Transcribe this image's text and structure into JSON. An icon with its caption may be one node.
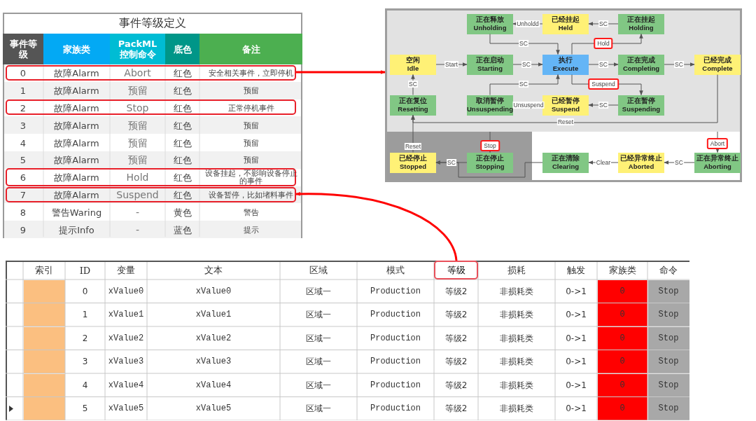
{
  "diagram": {
    "nodes": [
      {
        "text": [
          "事件等级定义"
        ]
      },
      {
        "text": [],
        "shape": "box",
        "in": 0
      },
      {
        "text": [],
        "shape": "box",
        "in": 0
      },
      {
        "text": [],
        "shape": "box",
        "in": 0
      },
      {
        "text": [],
        "shape": "box",
        "in": 0
      },
      {
        "text": [],
        "shape": "box"
      },
      {
        "text": [],
        "shape": "box",
        "in": 5
      },
      {
        "text": [
          "正在释放",
          "Unholding"
        ],
        "in": 6
      },
      {
        "text": [
          "已经挂起",
          "Held"
        ],
        "in": 6
      },
      {
        "text": [
          "正在挂起",
          "Holding"
        ],
        "in": 6
      },
      {
        "text": [
          "空闲",
          "Idle"
        ],
        "in": 6
      },
      {
        "text": [
          "正在启动",
          "Starting"
        ],
        "in": 6
      },
      {
        "text": [
          "执行",
          "Execute"
        ],
        "in": 6
      },
      {
        "text": [
          "正在完成",
          "Completing"
        ],
        "in": 6
      },
      {
        "text": [
          "已经完成",
          "Complete"
        ],
        "in": 6
      },
      {
        "text": [
          "正在复位",
          "Resetting"
        ],
        "in": 6
      },
      {
        "text": [
          "取消暂停",
          "Unsuspending"
        ],
        "in": 6
      },
      {
        "text": [
          "已经暂停",
          "Suspend"
        ],
        "in": 6
      },
      {
        "text": [
          "正在暂停",
          "Suspending"
        ],
        "in": 6
      },
      {
        "text": [],
        "shape": "box",
        "in": 5
      },
      {
        "text": [
          "已经停止",
          "Stopped"
        ],
        "in": 19
      },
      {
        "text": [
          "正在停止",
          "Stopping"
        ],
        "in": 19
      },
      {
        "text": [
          "正在清除",
          "Clearing"
        ],
        "in": 5
      },
      {
        "text": [
          "已经异常终止",
          "Aborted"
        ],
        "in": 5
      },
      {
        "text": [
          "正在异常终止",
          "Aborting"
        ],
        "in": 5
      },
      {
        "text": [],
        "shape": "box"
      },
      {
        "text": [
          "等级"
        ],
        "in": 25
      }
    ],
    "edges": [
      {
        "from": 8,
        "to": 7,
        "arrow": "to",
        "label": "Unholdd"
      },
      {
        "from": 9,
        "to": 8,
        "arrow": "to",
        "label": "SC"
      },
      {
        "from": 7,
        "to": 12,
        "arrow": "to",
        "label": "SC"
      },
      {
        "from": 12,
        "to": 9,
        "arrow": "to",
        "label": "Hold"
      },
      {
        "from": 10,
        "to": 11,
        "arrow": "to",
        "label": "Start"
      },
      {
        "from": 11,
        "to": 12,
        "arrow": "to",
        "label": "SC"
      },
      {
        "from": 12,
        "to": 13,
        "arrow": "to",
        "label": "SC"
      },
      {
        "from": 13,
        "to": 14,
        "arrow": "to",
        "label": "SC"
      },
      {
        "from": 15,
        "to": 10,
        "arrow": "to",
        "label": "SC"
      },
      {
        "from": 16,
        "to": 12,
        "arrow": "to",
        "label": "SC"
      },
      {
        "from": 12,
        "to": 18,
        "arrow": "to",
        "label": "Suspend"
      },
      {
        "from": 18,
        "to": 17,
        "arrow": "to",
        "label": "SC"
      },
      {
        "from": 17,
        "to": 16,
        "arrow": "to",
        "label": "Unsuspend"
      },
      {
        "from": 14,
        "to": 15,
        "arrow": "to",
        "label": "Reset"
      },
      {
        "from": 20,
        "to": 15,
        "arrow": "to",
        "label": "Reset"
      },
      {
        "from": 6,
        "to": 21,
        "arrow": "to",
        "label": "Stop"
      },
      {
        "from": 21,
        "to": 20,
        "arrow": "to",
        "label": "SC"
      },
      {
        "from": 24,
        "to": 23,
        "arrow": "to",
        "label": "SC"
      },
      {
        "from": 23,
        "to": 22,
        "arrow": "to",
        "label": "Clear"
      },
      {
        "from": 22,
        "to": 20,
        "arrow": "to"
      },
      {
        "from": 6,
        "to": 24,
        "arrow": "to",
        "label": "Abort"
      },
      {
        "from": 1,
        "to": 5,
        "arrow": "to",
        "style": "thick",
        "color": "#ff0000"
      },
      {
        "from": 26,
        "to": 4,
        "arrow": "to",
        "style": "thick",
        "color": "#ff0000"
      }
    ],
    "labels": [
      "事件等级",
      "家族类",
      "PackML控制命令",
      "底色",
      "备注",
      "0",
      "故障Alarm",
      "Abort",
      "红色",
      "安全相关事件，立即停机",
      "1",
      "故障Alarm",
      "预留",
      "红色",
      "预留",
      "2",
      "故障Alarm",
      "Stop",
      "红色",
      "正常停机事件",
      "3",
      "故障Alarm",
      "预留",
      "红色",
      "预留",
      "4",
      "故障Alarm",
      "预留",
      "红色",
      "预留",
      "5",
      "故障Alarm",
      "预留",
      "红色",
      "预留",
      "6",
      "故障Alarm",
      "Hold",
      "红色",
      "设备挂起，不影响设备停止的事件",
      "7",
      "故障Alarm",
      "Suspend",
      "红色",
      "设备暂停，比如堵料事件",
      "8",
      "警告Waring",
      "-",
      "黄色",
      "警告",
      "9",
      "提示Info",
      "-",
      "蓝色",
      "提示",
      "索引",
      "ID",
      "变量",
      "文本",
      "区域",
      "模式",
      "损耗",
      "触发",
      "家族类",
      "命令",
      "0",
      "xValue0",
      "xValue0",
      "区域一",
      "Production",
      "等级2",
      "非损耗类",
      "0->1",
      "0",
      "Stop",
      "1",
      "xValue1",
      "xValue1",
      "区域一",
      "Production",
      "等级2",
      "非损耗类",
      "0->1",
      "0",
      "Stop",
      "2",
      "xValue2",
      "xValue2",
      "区域一",
      "Production",
      "等级2",
      "非损耗类",
      "0->1",
      "0",
      "Stop",
      "3",
      "xValue3",
      "xValue3",
      "区域一",
      "Production",
      "等级2",
      "非损耗类",
      "0->1",
      "0",
      "Stop",
      "4",
      "xValue4",
      "xValue4",
      "区域一",
      "Production",
      "等级2",
      "非损耗类",
      "0->1",
      "0",
      "Stop",
      "5",
      "xValue5",
      "xValue5",
      "区域一",
      "Production",
      "等级2",
      "非损耗类",
      "0->1",
      "0",
      "Stop"
    ]
  }
}
